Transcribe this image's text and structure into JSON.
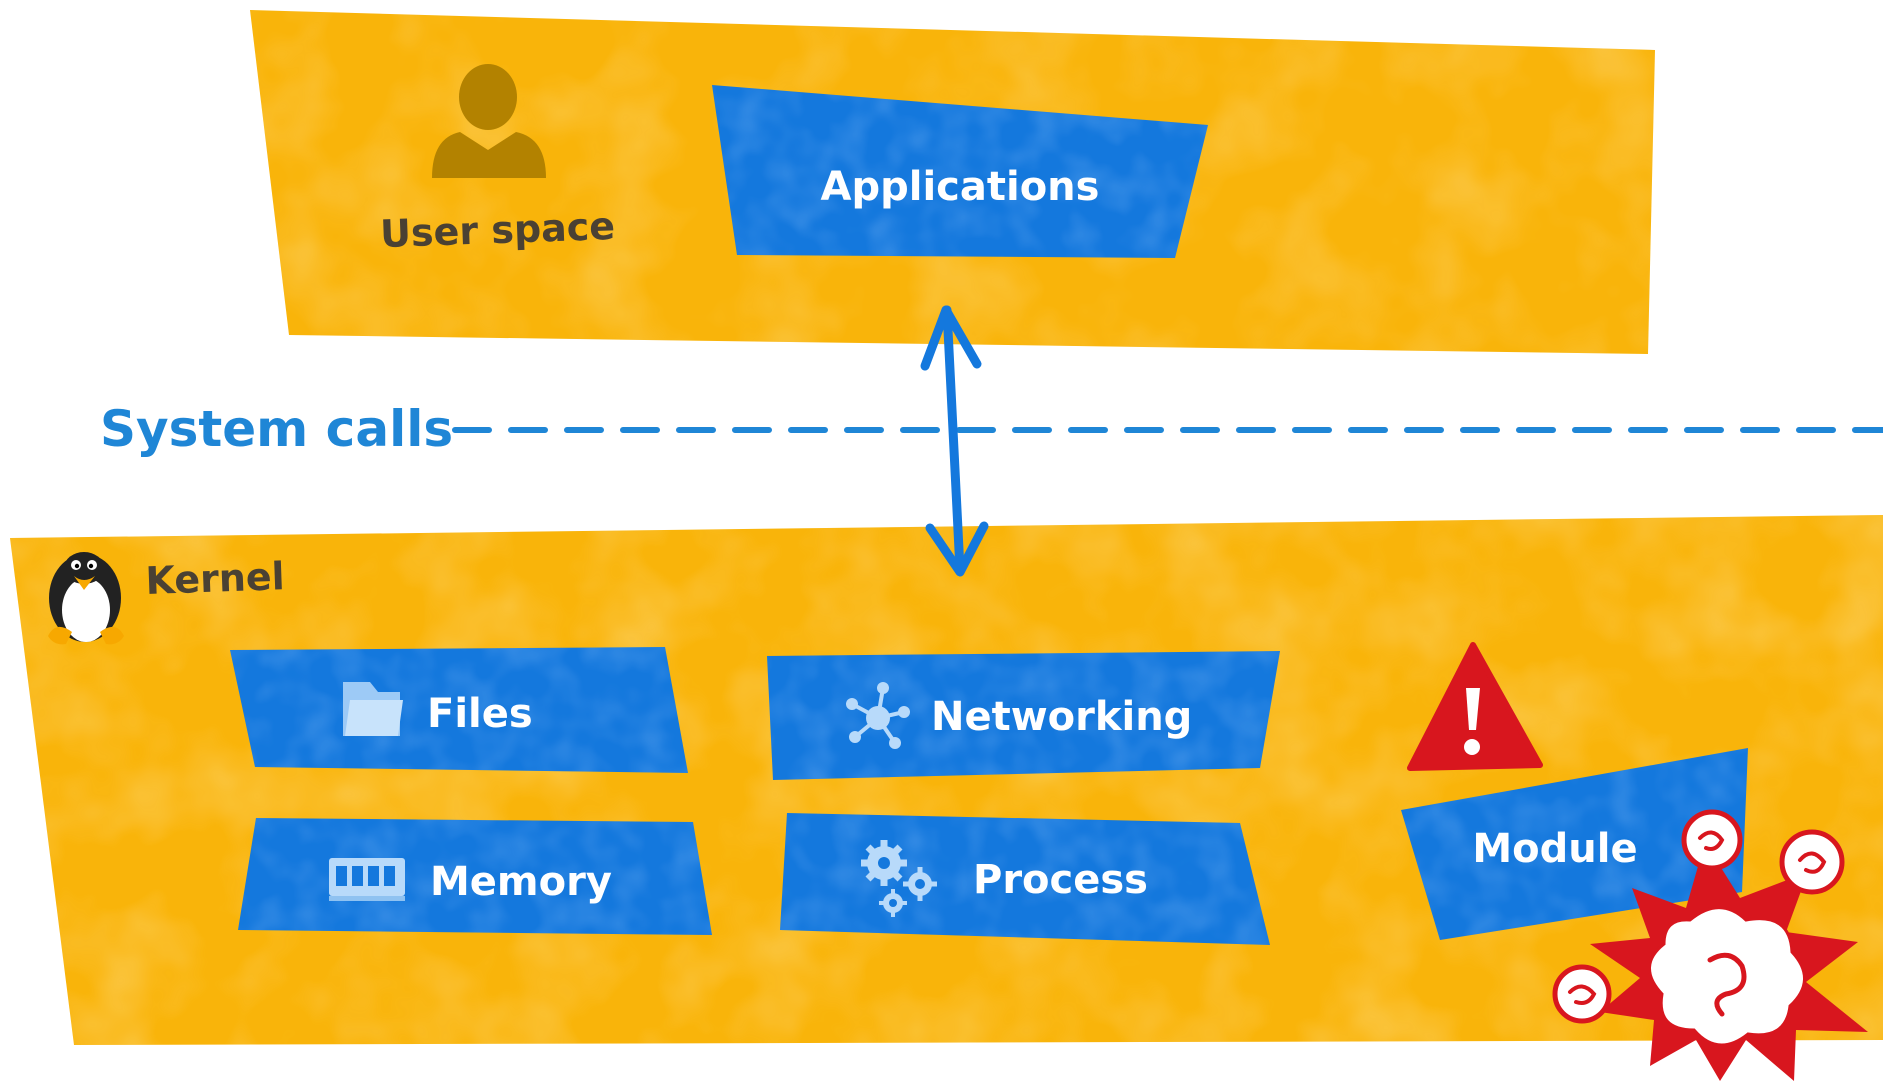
{
  "user_space": {
    "label": "User space",
    "application_box": "Applications"
  },
  "system_calls": {
    "label": "System calls"
  },
  "kernel": {
    "label": "Kernel",
    "subsystems": [
      "Files",
      "Networking",
      "Memory",
      "Process"
    ],
    "module": "Module"
  },
  "colors": {
    "panel_yellow": "#f9b40a",
    "box_blue": "#1478dd",
    "dashed_line_blue": "#1f86d6",
    "user_icon": "#b38200",
    "warning_red": "#d8161e"
  },
  "icons": {
    "user_space": "user-icon",
    "kernel": "penguin-icon",
    "files": "folder-icon",
    "networking": "network-icon",
    "memory": "memory-chip-icon",
    "process": "gears-icon",
    "module_warning": "warning-icon",
    "module_crash": "explosion-icon"
  }
}
